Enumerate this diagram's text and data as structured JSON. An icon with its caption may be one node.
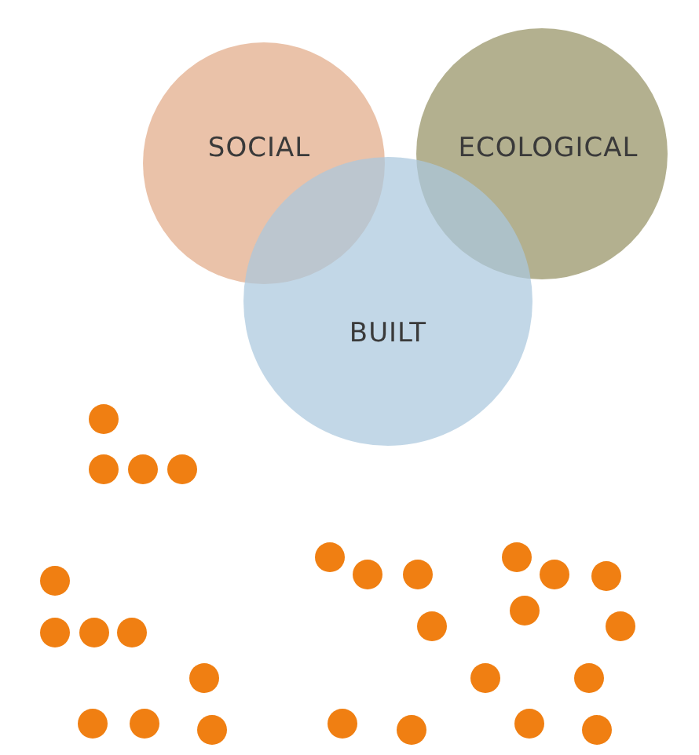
{
  "diagram": {
    "nodes": [
      {
        "text": [
          "SOCIAL"
        ]
      },
      {
        "text": [
          "ECOLOGICAL"
        ]
      },
      {
        "text": [
          "BUILT"
        ]
      }
    ],
    "edges": []
  }
}
